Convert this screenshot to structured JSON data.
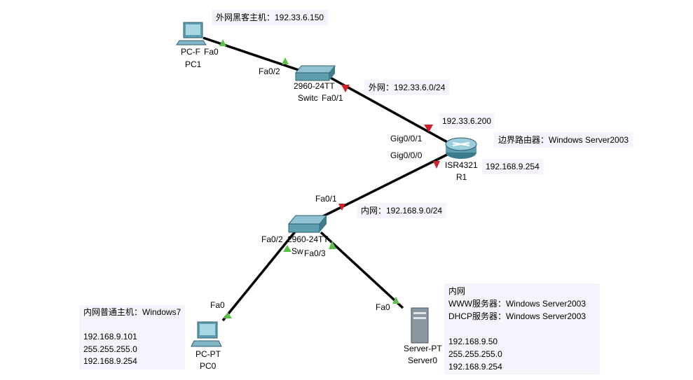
{
  "notes": {
    "hacker": "外网黑客主机：192.33.6.150",
    "outer_net": "外网：192.33.6.0/24",
    "router_ip_outer": "192.33.6.200",
    "router_desc": "边界路由器：Windows Server2003",
    "router_ip_inner": "192.168.9.254",
    "inner_net": "内网：192.168.9.0/24",
    "pc0_desc": "内网普通主机：Windows7\n\n192.168.9.101\n255.255.255.0\n192.168.9.254",
    "server_desc": "内网\nWWW服务器：Windows Server2003\nDHCP服务器：Windows Server2003\n\n192.168.9.50\n255.255.255.0\n192.168.9.254"
  },
  "devices": {
    "pc1": {
      "model": "PC-F",
      "name": "PC1"
    },
    "switch_top": {
      "model": "2960-24TT",
      "name": "Switc"
    },
    "router": {
      "model": "ISR4321",
      "name": "R1"
    },
    "switch_bottom": {
      "model": "2960-24TT",
      "name": "Sw"
    },
    "pc0": {
      "model": "PC-PT",
      "name": "PC0"
    },
    "server0": {
      "model": "Server-PT",
      "name": "Server0"
    }
  },
  "ports": {
    "pc1_fa0": "Fa0",
    "sw1_fa02": "Fa0/2",
    "sw1_fa01": "Fa0/1",
    "r1_gig001": "Gig0/0/1",
    "r1_gig000": "Gig0/0/0",
    "sw2_fa01": "Fa0/1",
    "sw2_fa02": "Fa0/2",
    "sw2_fa03": "Fa0/3",
    "pc0_fa0": "Fa0",
    "server_fa0": "Fa0"
  },
  "colors": {
    "link_up": "#5cc04a",
    "link_down": "#d0202c",
    "device": "#5d9eb0"
  }
}
